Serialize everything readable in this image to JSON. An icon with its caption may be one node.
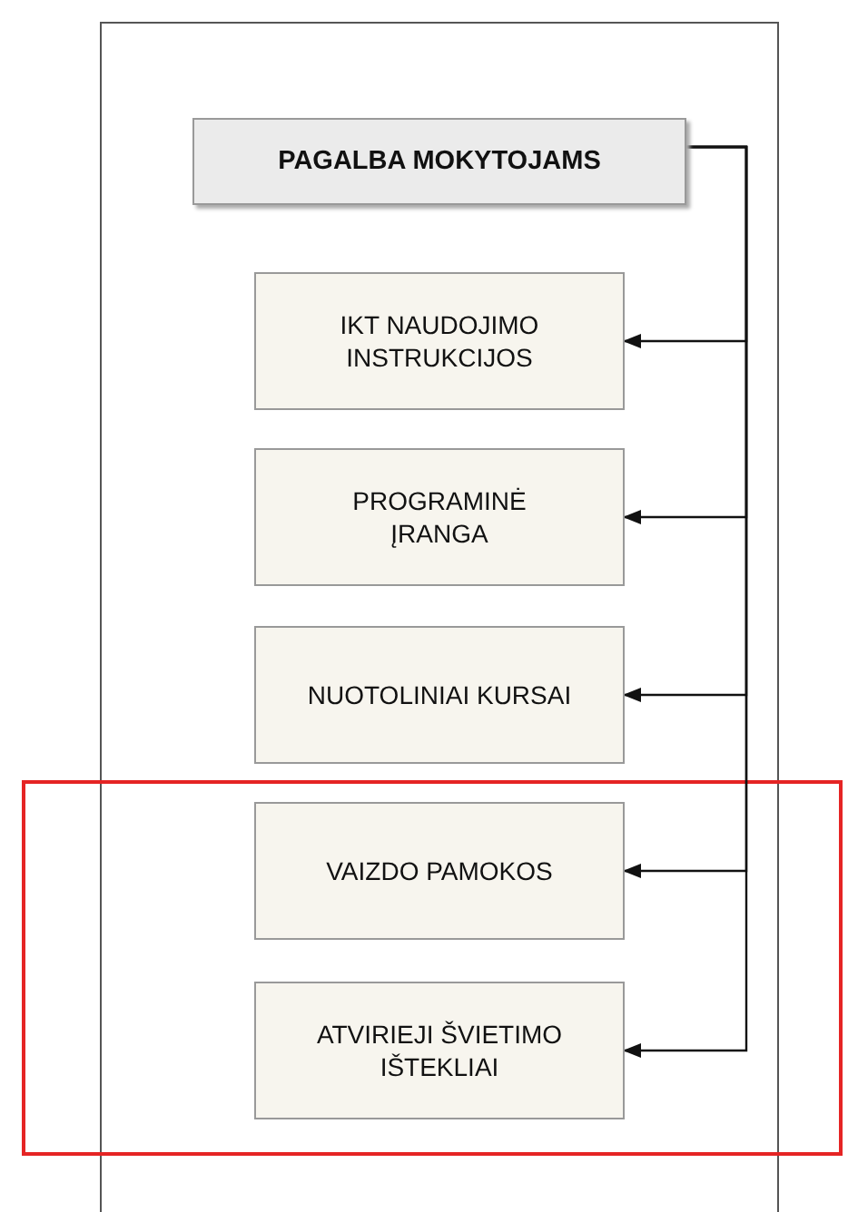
{
  "diagram": {
    "nodes": [
      {
        "text": [
          "PAGALBA MOKYTOJAMS"
        ]
      },
      {
        "text": [
          "IKT NAUDOJIMO INSTRUKCIJOS"
        ]
      },
      {
        "text": [
          "PROGRAMINĖ ĮRANGA"
        ]
      },
      {
        "text": [
          "NUOTOLINIAI KURSAI"
        ]
      },
      {
        "text": [
          "VAIZDO PAMOKOS"
        ]
      },
      {
        "text": [
          "ATVIRIEJI ŠVIETIMO IŠTEKLIAI"
        ]
      }
    ],
    "edges": [
      {
        "from": 0,
        "to": 1,
        "arrow": "to"
      },
      {
        "from": 0,
        "to": 2,
        "arrow": "to"
      },
      {
        "from": 0,
        "to": 3,
        "arrow": "to"
      },
      {
        "from": 0,
        "to": 4,
        "arrow": "to"
      },
      {
        "from": 0,
        "to": 5,
        "arrow": "to"
      }
    ]
  }
}
